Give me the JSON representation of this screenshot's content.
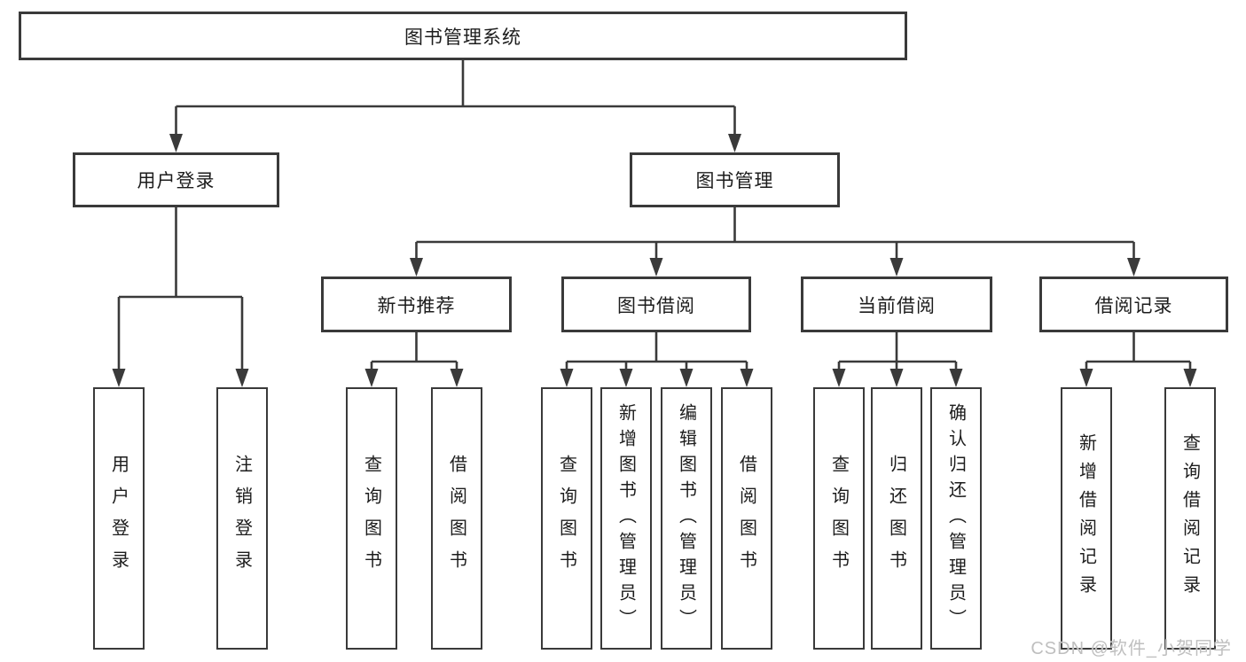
{
  "tree": {
    "root": {
      "label": "图书管理系统"
    },
    "level2": [
      {
        "label": "用户登录"
      },
      {
        "label": "图书管理"
      }
    ],
    "level3": [
      {
        "label": "新书推荐"
      },
      {
        "label": "图书借阅"
      },
      {
        "label": "当前借阅"
      },
      {
        "label": "借阅记录"
      }
    ],
    "leaves": {
      "user_login": [
        "用户登录",
        "注销登录"
      ],
      "new_books": [
        "查询图书",
        "借阅图书"
      ],
      "book_borrow": [
        "查询图书",
        "新增图书（管理员）",
        "编辑图书（管理员）",
        "借阅图书"
      ],
      "current_borrow": [
        "查询图书",
        "归还图书",
        "确认归还（管理员）"
      ],
      "borrow_records": [
        "新增借阅记录",
        "查询借阅记录"
      ]
    }
  },
  "watermark": {
    "text": "CSDN @软件_小贺同学"
  },
  "colors": {
    "line": "#3a3a3a",
    "box_border": "#3a3a3a",
    "text": "#1c1c1c",
    "background": "#ffffff",
    "watermark": "#bfbfbf"
  }
}
